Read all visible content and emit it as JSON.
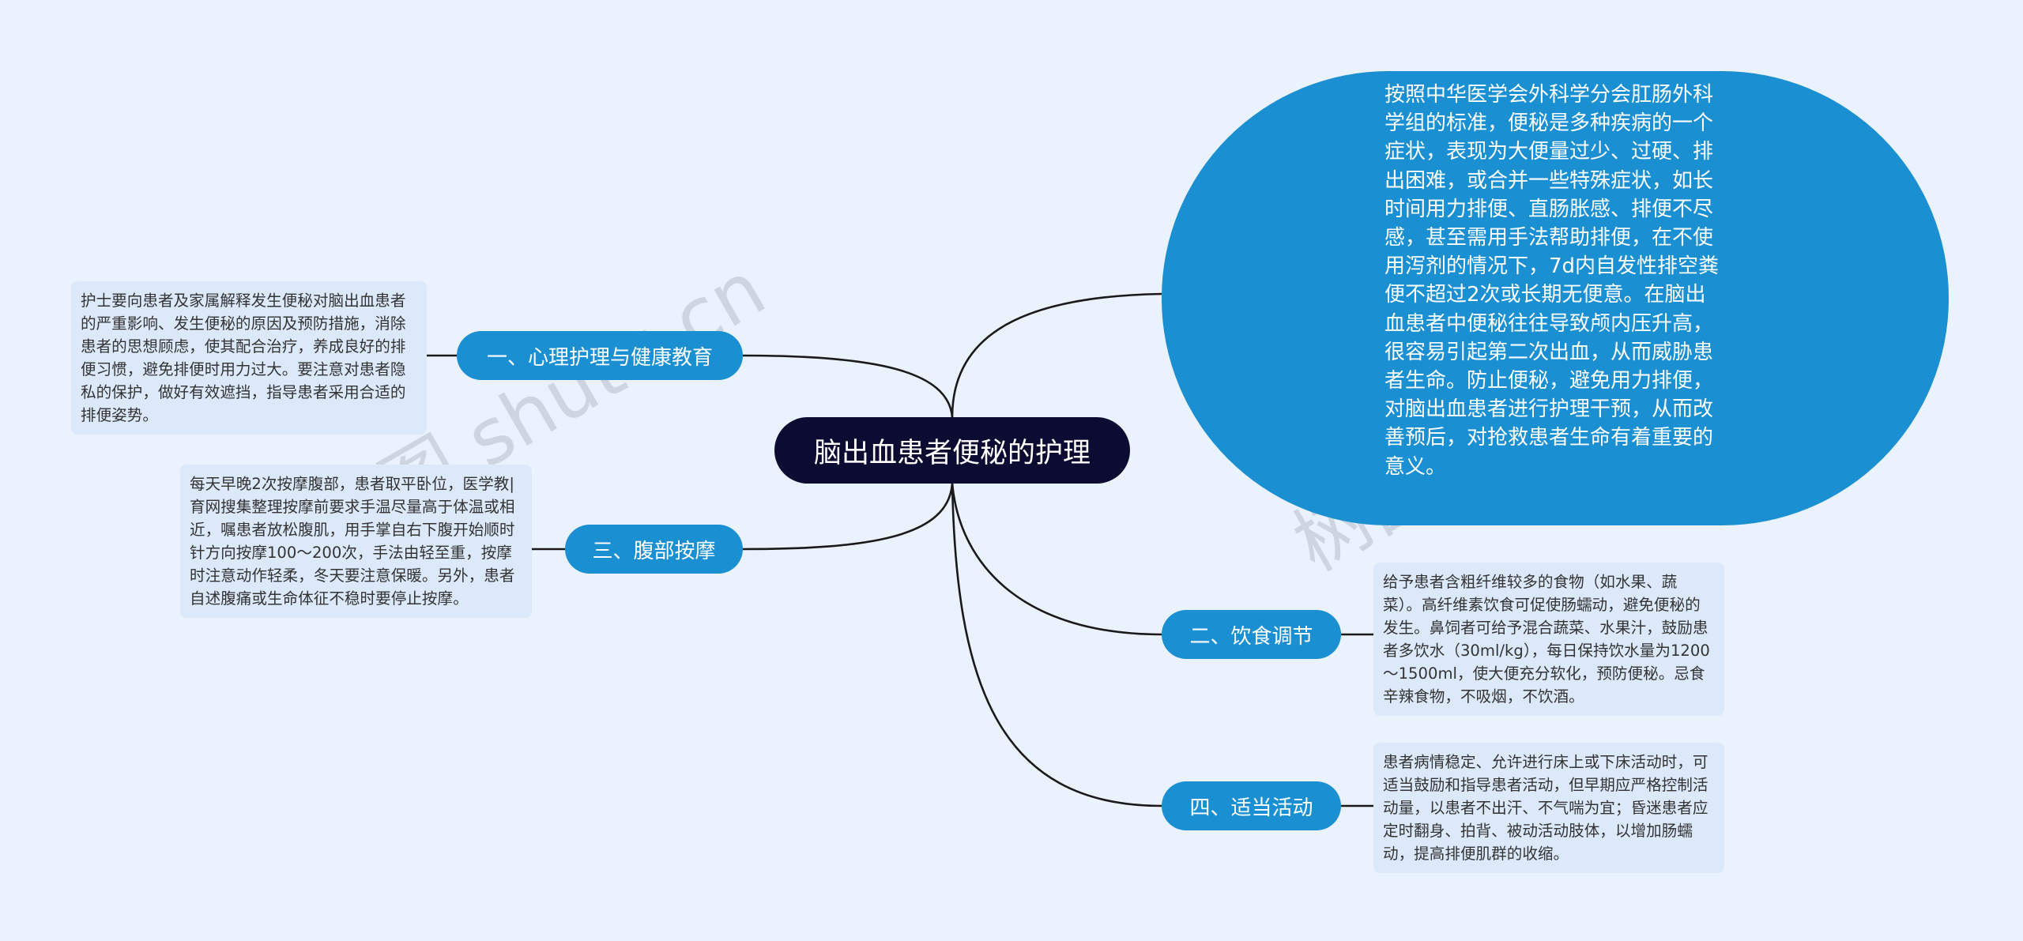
{
  "root": {
    "title": "脑出血患者便秘的护理"
  },
  "branches": [
    {
      "label": "一、心理护理与健康教育",
      "detail": "护士要向患者及家属解释发生便秘对脑出血患者的严重影响、发生便秘的原因及预防措施，消除患者的思想顾虑，使其配合治疗，养成良好的排便习惯，避免排便时用力过大。要注意对患者隐私的保护，做好有效遮挡，指导患者采用合适的排便姿势。"
    },
    {
      "label": "三、腹部按摩",
      "detail": "每天早晚2次按摩腹部，患者取平卧位，医学教|育网搜集整理按摩前要求手温尽量高于体温或相近，嘱患者放松腹肌，用手掌自右下腹开始顺时针方向按摩100～200次，手法由轻至重，按摩时注意动作轻柔，冬天要注意保暖。另外，患者自述腹痛或生命体征不稳时要停止按摩。"
    },
    {
      "label": "二、饮食调节",
      "detail": "给予患者含粗纤维较多的食物（如水果、蔬菜）。高纤维素饮食可促使肠蠕动，避免便秘的发生。鼻饲者可给予混合蔬菜、水果汁，鼓励患者多饮水（30ml/kg），每日保持饮水量为1200～1500ml，使大便充分软化，预防便秘。忌食辛辣食物，不吸烟，不饮酒。"
    },
    {
      "label": "四、适当活动",
      "detail": "患者病情稳定、允许进行床上或下床活动时，可适当鼓励和指导患者活动，但早期应严格控制活动量，以患者不出汗、不气喘为宜；昏迷患者应定时翻身、拍背、被动活动肢体，以增加肠蠕动，提高排便肌群的收缩。"
    }
  ],
  "intro": {
    "text": "按照中华医学会外科学分会肛肠外科学组的标准，便秘是多种疾病的一个症状，表现为大便量过少、过硬、排出困难，或合并一些特殊症状，如长时间用力排便、直肠胀感、排便不尽感，甚至需用手法帮助排便，在不使用泻剂的情况下，7d内自发性排空粪便不超过2次或长期无便意。在脑出血患者中便秘往往导致颅内压升高，很容易引起第二次出血，从而威胁患者生命。防止便秘，避免用力排便，对脑出血患者进行护理干预，从而改善预后，对抢救患者生命有着重要的意义。"
  },
  "watermarks": [
    "树图 shutu.cn",
    "树图 shutu.cn"
  ],
  "colors": {
    "background": "#eaf2fd",
    "root": "#0c0c32",
    "branch": "#1a8fd2",
    "leaf": "#dce9fa",
    "line": "#1a1a1a"
  }
}
